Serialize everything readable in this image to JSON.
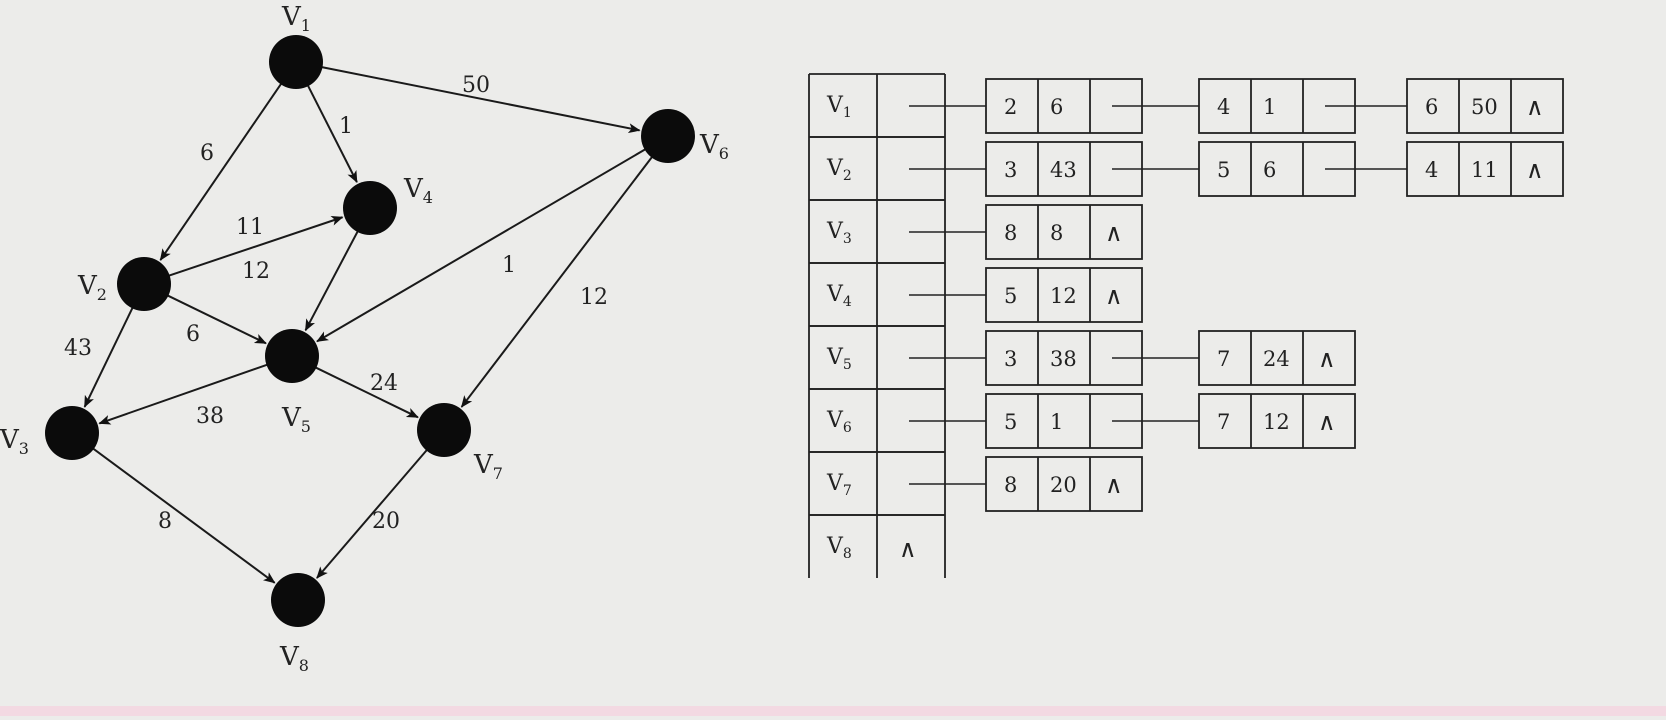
{
  "graph": {
    "nodes": [
      {
        "id": "v1",
        "label": "V",
        "sub": "1"
      },
      {
        "id": "v2",
        "label": "V",
        "sub": "2"
      },
      {
        "id": "v3",
        "label": "V",
        "sub": "3"
      },
      {
        "id": "v4",
        "label": "V",
        "sub": "4"
      },
      {
        "id": "v5",
        "label": "V",
        "sub": "5"
      },
      {
        "id": "v6",
        "label": "V",
        "sub": "6"
      },
      {
        "id": "v7",
        "label": "V",
        "sub": "7"
      },
      {
        "id": "v8",
        "label": "V",
        "sub": "8"
      }
    ],
    "edges": [
      {
        "from": "v1",
        "to": "v2",
        "weight": "6"
      },
      {
        "from": "v1",
        "to": "v4",
        "weight": "1"
      },
      {
        "from": "v1",
        "to": "v6",
        "weight": "50"
      },
      {
        "from": "v2",
        "to": "v3",
        "weight": "43"
      },
      {
        "from": "v2",
        "to": "v5",
        "weight": "6"
      },
      {
        "from": "v2",
        "to": "v4",
        "weight": "11"
      },
      {
        "from": "v4",
        "to": "v5",
        "weight": "12"
      },
      {
        "from": "v6",
        "to": "v5",
        "weight": "1"
      },
      {
        "from": "v6",
        "to": "v7",
        "weight": "12"
      },
      {
        "from": "v5",
        "to": "v3",
        "weight": "38"
      },
      {
        "from": "v5",
        "to": "v7",
        "weight": "24"
      },
      {
        "from": "v3",
        "to": "v8",
        "weight": "8"
      },
      {
        "from": "v7",
        "to": "v8",
        "weight": "20"
      }
    ]
  },
  "adjacency_list": {
    "null_symbol": "∧",
    "rows": [
      {
        "head": "V",
        "sub": "1",
        "nodes": [
          [
            "2",
            "6"
          ],
          [
            "4",
            "1"
          ],
          [
            "6",
            "50"
          ]
        ]
      },
      {
        "head": "V",
        "sub": "2",
        "nodes": [
          [
            "3",
            "43"
          ],
          [
            "5",
            "6"
          ],
          [
            "4",
            "11"
          ]
        ]
      },
      {
        "head": "V",
        "sub": "3",
        "nodes": [
          [
            "8",
            "8"
          ]
        ]
      },
      {
        "head": "V",
        "sub": "4",
        "nodes": [
          [
            "5",
            "12"
          ]
        ]
      },
      {
        "head": "V",
        "sub": "5",
        "nodes": [
          [
            "3",
            "38"
          ],
          [
            "7",
            "24"
          ]
        ]
      },
      {
        "head": "V",
        "sub": "6",
        "nodes": [
          [
            "5",
            "1"
          ],
          [
            "7",
            "12"
          ]
        ]
      },
      {
        "head": "V",
        "sub": "7",
        "nodes": [
          [
            "8",
            "20"
          ]
        ]
      },
      {
        "head": "V",
        "sub": "8",
        "nodes": []
      }
    ]
  }
}
